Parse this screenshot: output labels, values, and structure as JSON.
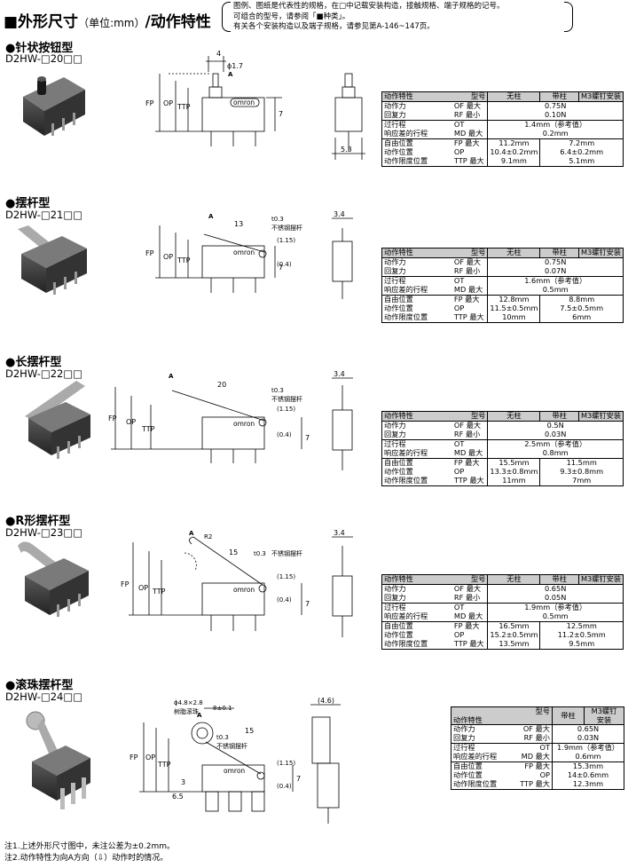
{
  "header": {
    "title": "■外形尺寸",
    "unit": "（单位:mm）",
    "title_suffix": "/动作特性",
    "notes": [
      "图例、图纸是代表性的规格，在□中记载安装构造，接触规格、端子规格的记号。",
      "可组合的型号，请参阅「■种类」。",
      "有关各个安装构造以及端子规格，请参见第A-146~147页。"
    ]
  },
  "dims": {
    "d4": "4",
    "d17": "ϕ1.7",
    "d53": "5.3",
    "d34": "3.4",
    "d13": "13",
    "d20": "20",
    "d15": "15",
    "t03": "t0.3",
    "ss": "不锈钢摆杆",
    "d115": "(1.15)",
    "d04": "(0.4)",
    "d7": "7",
    "d3": "3",
    "d65": "6.5",
    "d46": "(4.6)",
    "r2": "R2",
    "roller": "ϕ4.8×2.8",
    "roller2": "树脂滚珠",
    "d8": "8±0.1",
    "A": "A",
    "FP": "FP",
    "OP": "OP",
    "TTP": "TTP",
    "omron": "omron"
  },
  "labels": {
    "char": "动作特性",
    "model": "型号",
    "plain": "无柱",
    "col": "带柱",
    "m3": "M3螺钉安装",
    "of": "动作力",
    "rf": "回复力",
    "ot": "过行程",
    "md": "响应差的行程",
    "fp": "自由位置",
    "op": "动作位置",
    "ttp": "动作限度位置",
    "of_c": "OF",
    "rf_c": "RF",
    "ot_c": "OT",
    "md_c": "MD",
    "fp_c": "FP",
    "op_c": "OP",
    "ttp_c": "TTP",
    "max": "最大",
    "min": "最小"
  },
  "sections": [
    {
      "title": "●针状按钮型",
      "model": "D2HW-□20□□",
      "of": "0.75N",
      "rf": "0.10N",
      "ot": "1.4mm（参考值）",
      "md": "0.2mm",
      "fp": [
        "11.2mm",
        "7.2mm"
      ],
      "op": [
        "10.4±0.2mm",
        "6.4±0.2mm"
      ],
      "ttp": [
        "9.1mm",
        "5.1mm"
      ]
    },
    {
      "title": "●摆杆型",
      "model": "D2HW-□21□□",
      "of": "0.75N",
      "rf": "0.07N",
      "ot": "1.6mm（参考值）",
      "md": "0.5mm",
      "fp": [
        "12.8mm",
        "8.8mm"
      ],
      "op": [
        "11.5±0.5mm",
        "7.5±0.5mm"
      ],
      "ttp": [
        "10mm",
        "6mm"
      ]
    },
    {
      "title": "●长摆杆型",
      "model": "D2HW-□22□□",
      "of": "0.5N",
      "rf": "0.03N",
      "ot": "2.5mm（参考值）",
      "md": "0.8mm",
      "fp": [
        "15.5mm",
        "11.5mm"
      ],
      "op": [
        "13.3±0.8mm",
        "9.3±0.8mm"
      ],
      "ttp": [
        "11mm",
        "7mm"
      ]
    },
    {
      "title": "●R形摆杆型",
      "model": "D2HW-□23□□",
      "of": "0.65N",
      "rf": "0.05N",
      "ot": "1.9mm（参考值）",
      "md": "0.5mm",
      "fp": [
        "16.5mm",
        "12.5mm"
      ],
      "op": [
        "15.2±0.5mm",
        "11.2±0.5mm"
      ],
      "ttp": [
        "13.5mm",
        "9.5mm"
      ]
    },
    {
      "title": "●滚珠摆杆型",
      "model": "D2HW-□24□□",
      "of": "0.65N",
      "rf": "0.03N",
      "ot": "1.9mm（参考值）",
      "md": "0.6mm",
      "fp": "15.3mm",
      "op": "14±0.6mm",
      "ttp": "12.3mm",
      "m3": "M3螺钉\n安装"
    }
  ],
  "footer": [
    "注1.上述外形尺寸图中，未注公差为±0.2mm。",
    "注2.动作特性为向A方向（⇩）动作时的情况。"
  ]
}
